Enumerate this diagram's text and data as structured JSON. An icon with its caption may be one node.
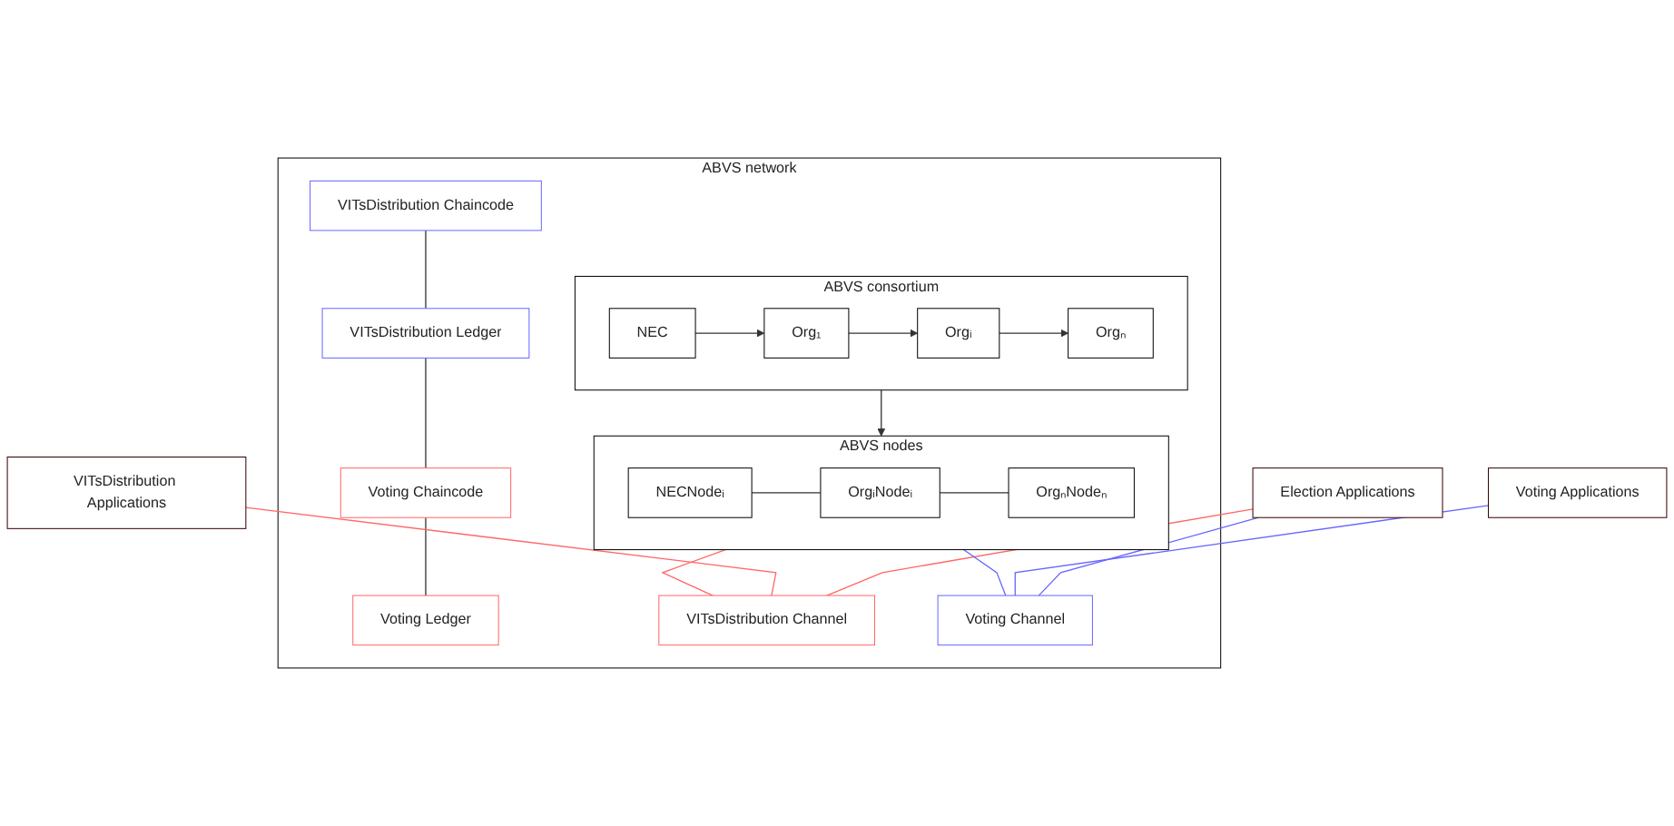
{
  "diagram": {
    "nodes": [
      {
        "text": [
          "ABVS network"
        ]
      },
      {
        "text": [
          "ABVS consortium"
        ],
        "in": 0
      },
      {
        "text": [
          "NEC"
        ],
        "in": 1
      },
      {
        "text": [
          "Org₁"
        ],
        "in": 1
      },
      {
        "text": [
          "Orgᵢ"
        ],
        "in": 1
      },
      {
        "text": [
          "Orgₙ"
        ],
        "in": 1
      },
      {
        "text": [
          "ABVS nodes"
        ],
        "in": 0
      },
      {
        "text": [
          "NECNodeᵢ"
        ],
        "in": 6
      },
      {
        "text": [
          "OrgᵢNodeᵢ"
        ],
        "in": 6
      },
      {
        "text": [
          "OrgₙNodeₙ"
        ],
        "in": 6
      },
      {
        "text": [
          "VITsDistribution Chaincode"
        ],
        "in": 0
      },
      {
        "text": [
          "VITsDistribution Ledger"
        ],
        "in": 0
      },
      {
        "text": [
          "Voting Chaincode"
        ],
        "in": 0
      },
      {
        "text": [
          "Voting Ledger"
        ],
        "in": 0
      },
      {
        "text": [
          "VITsDistribution Channel"
        ],
        "in": 0
      },
      {
        "text": [
          "Voting Channel"
        ],
        "in": 0
      },
      {
        "text": [
          "Election Applications"
        ]
      },
      {
        "text": [
          "Voting Applications"
        ]
      },
      {
        "text": [
          "VITsDistribution Applications"
        ]
      }
    ],
    "edges": [
      {
        "from": 2,
        "to": 3,
        "arrow": "to"
      },
      {
        "from": 3,
        "to": 4,
        "arrow": "to"
      },
      {
        "from": 4,
        "to": 5,
        "arrow": "to"
      },
      {
        "from": 1,
        "to": 6,
        "arrow": "to"
      },
      {
        "from": 7,
        "to": 8,
        "arrow": "none"
      },
      {
        "from": 8,
        "to": 9,
        "arrow": "none"
      },
      {
        "from": 10,
        "to": 11,
        "arrow": "none"
      },
      {
        "from": 11,
        "to": 12,
        "arrow": "none"
      },
      {
        "from": 12,
        "to": 13,
        "arrow": "none"
      },
      {
        "from": 6,
        "to": 14,
        "arrow": "none",
        "color": "#ff6666"
      },
      {
        "from": 6,
        "to": 15,
        "arrow": "none",
        "color": "#6666ff"
      },
      {
        "from": 16,
        "to": 14,
        "arrow": "none",
        "color": "#ff6666"
      },
      {
        "from": 16,
        "to": 15,
        "arrow": "none",
        "color": "#6666ff"
      },
      {
        "from": 17,
        "to": 15,
        "arrow": "none",
        "color": "#6666ff"
      },
      {
        "from": 18,
        "to": 14,
        "arrow": "none",
        "color": "#ff6666"
      }
    ]
  }
}
